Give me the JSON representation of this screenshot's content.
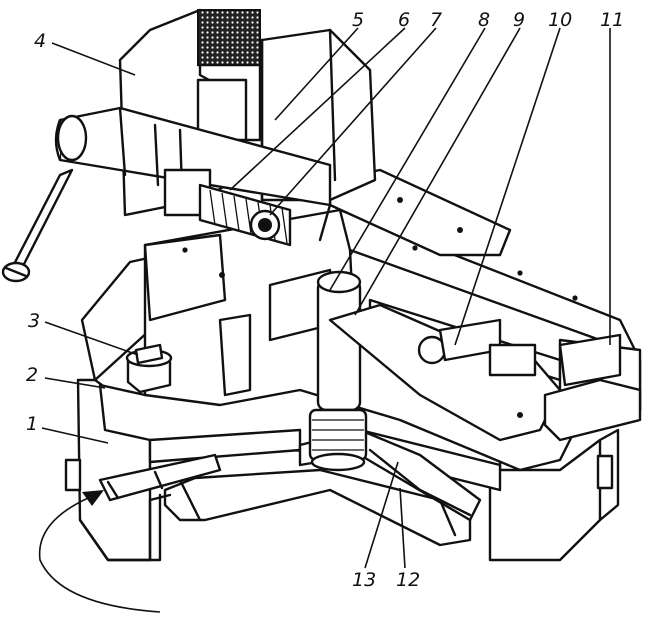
{
  "labels": [
    {
      "id": "label-1",
      "text": "1"
    },
    {
      "id": "label-2",
      "text": "2"
    },
    {
      "id": "label-3",
      "text": "3"
    },
    {
      "id": "label-4",
      "text": "4"
    },
    {
      "id": "label-5",
      "text": "5"
    },
    {
      "id": "label-6",
      "text": "6"
    },
    {
      "id": "label-7",
      "text": "7"
    },
    {
      "id": "label-8",
      "text": "8"
    },
    {
      "id": "label-9",
      "text": "9"
    },
    {
      "id": "label-10",
      "text": "10"
    },
    {
      "id": "label-11",
      "text": "11"
    },
    {
      "id": "label-12",
      "text": "12"
    },
    {
      "id": "label-13",
      "text": "13"
    }
  ],
  "colors": {
    "ink": "#111111",
    "paper": "#ffffff"
  }
}
